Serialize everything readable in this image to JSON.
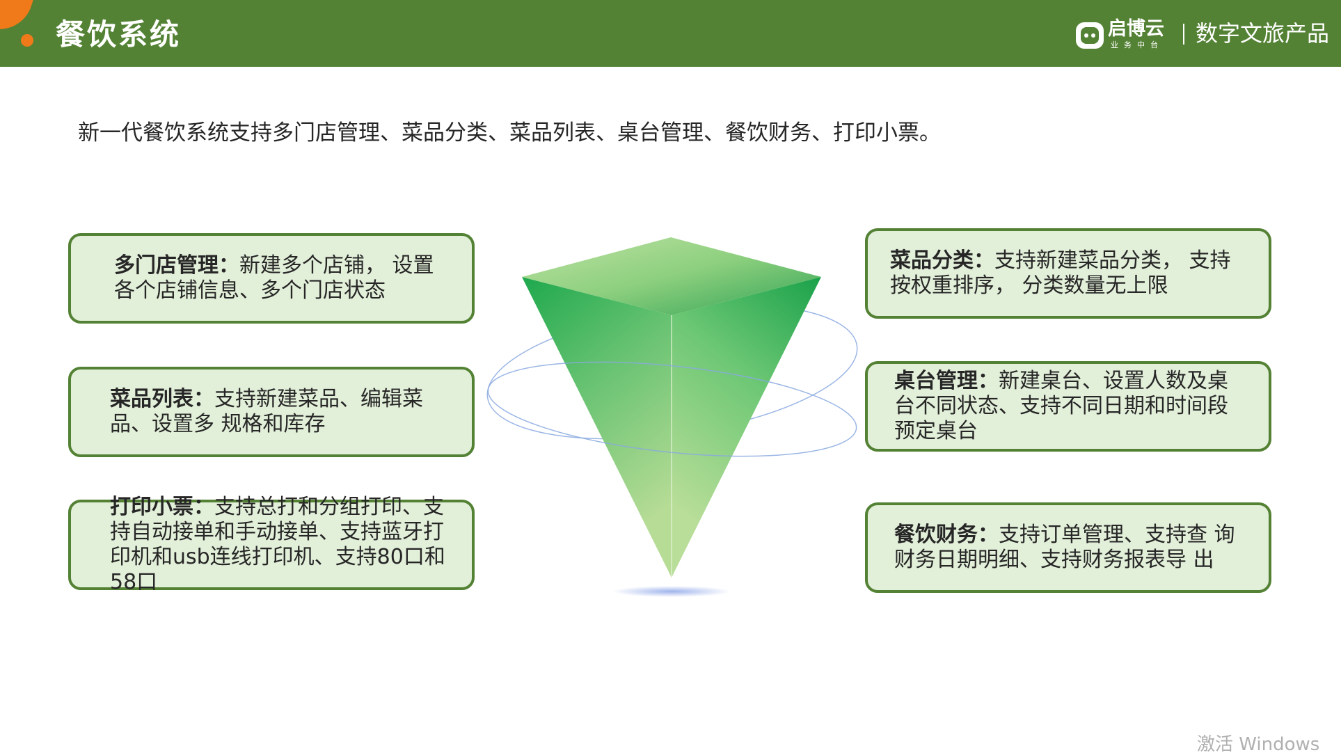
{
  "header": {
    "title": "餐饮系统",
    "brand_icon": "cloud-face-icon",
    "brand_name": "启博云",
    "brand_subtitle": "业务中台",
    "product_line": "数字文旅产品"
  },
  "intro": "新一代餐饮系统支持多门店管理、菜品分类、菜品列表、桌台管理、餐饮财务、打印小票。",
  "features": [
    {
      "label": "多门店管理：",
      "text": "新建多个店铺， 设置各个店铺信息、多个门店状态"
    },
    {
      "label": "菜品列表：",
      "text": "支持新建菜品、编辑菜品、设置多 规格和库存"
    },
    {
      "label": "打印小票：",
      "text": "支持总打和分组打印、支持自动接单和手动接单、支持蓝牙打印机和usb连线打印机、支持80口和58口"
    },
    {
      "label": "菜品分类：",
      "text": "支持新建菜品分类， 支持按权重排序， 分类数量无上限"
    },
    {
      "label": "桌台管理：",
      "text": "新建桌台、设置人数及桌台不同状态、支持不同日期和时间段预定桌台"
    },
    {
      "label": "餐饮财务：",
      "text": "支持订单管理、支持查 询财务日期明细、支持财务报表导 出"
    }
  ],
  "colors": {
    "header_bg": "#548235",
    "accent_orange": "#f07a1a",
    "card_bg": "#e2efd9",
    "card_border": "#548235"
  },
  "watermark": "激活 Windows"
}
